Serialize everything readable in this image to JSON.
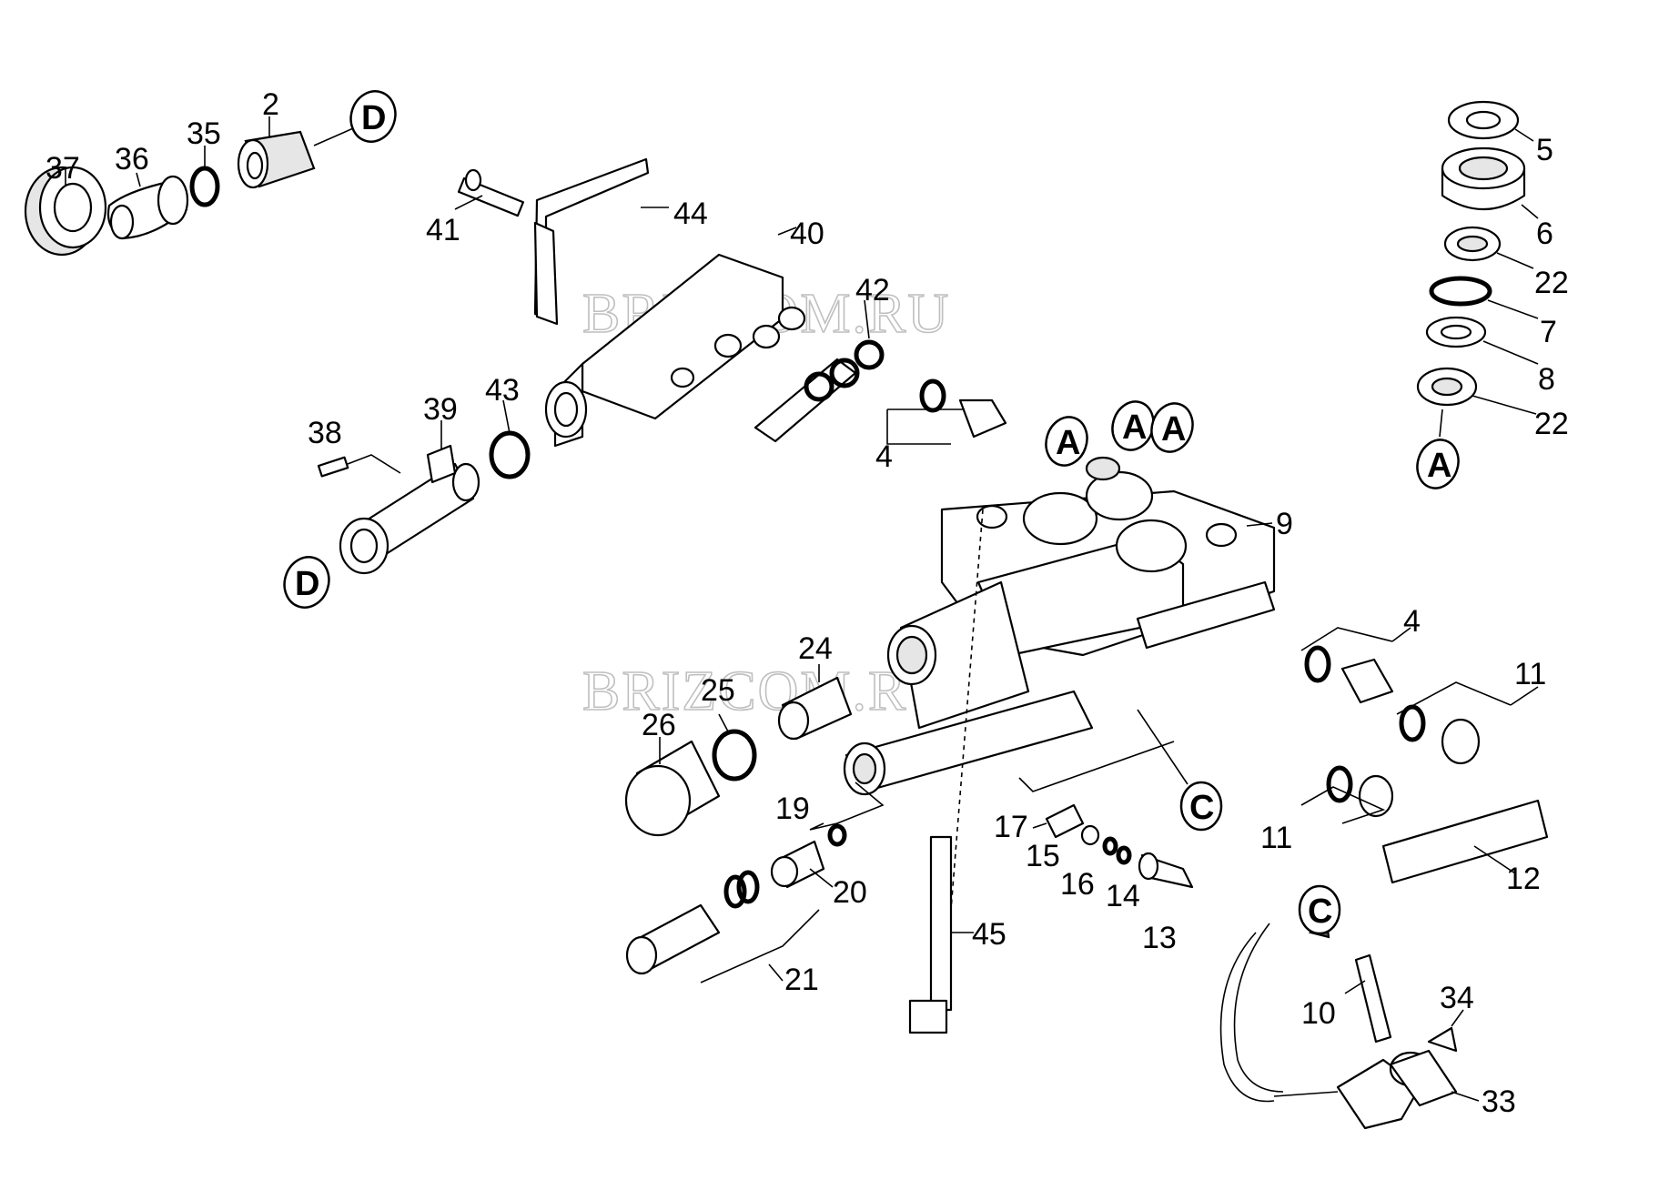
{
  "watermark": "BRIZCOM.RU",
  "labels": {
    "p2": "2",
    "p4a": "4",
    "p4b": "4",
    "p5": "5",
    "p6": "6",
    "p7": "7",
    "p8": "8",
    "p9": "9",
    "p10": "10",
    "p11a": "11",
    "p11b": "11",
    "p12": "12",
    "p13": "13",
    "p14": "14",
    "p15": "15",
    "p16": "16",
    "p17": "17",
    "p19": "19",
    "p20": "20",
    "p21": "21",
    "p22a": "22",
    "p22b": "22",
    "p24": "24",
    "p25": "25",
    "p26": "26",
    "p33": "33",
    "p34": "34",
    "p35": "35",
    "p36": "36",
    "p37": "37",
    "p38": "38",
    "p39": "39",
    "p40": "40",
    "p41": "41",
    "p42": "42",
    "p43": "43",
    "p44": "44",
    "p45": "45"
  },
  "refs": {
    "A1": "A",
    "A2": "A",
    "A3": "A",
    "A4": "A",
    "C1": "C",
    "C2": "C",
    "D1": "D",
    "D2": "D"
  }
}
